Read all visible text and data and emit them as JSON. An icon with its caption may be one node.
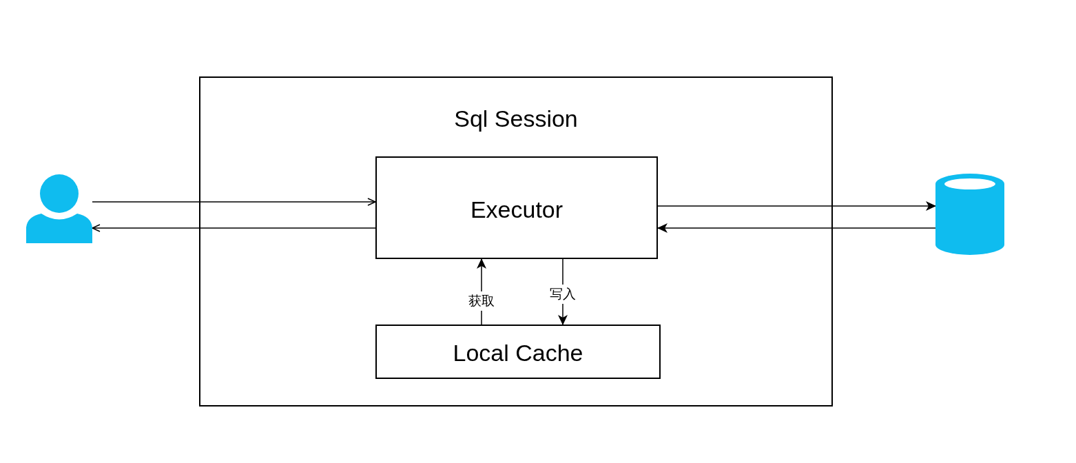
{
  "diagram": {
    "nodes": [
      {
        "text": [
          "Sql Session"
        ]
      },
      {
        "text": [
          "Executor"
        ],
        "in": 0
      },
      {
        "text": [
          "Local Cache"
        ],
        "in": 0
      },
      {
        "text": [],
        "shape": "person"
      },
      {
        "text": [],
        "shape": "cylinder"
      }
    ],
    "edges": [
      {
        "from": 3,
        "to": 1,
        "arrow": "to"
      },
      {
        "from": 1,
        "to": 3,
        "arrow": "to"
      },
      {
        "from": 1,
        "to": 4,
        "arrow": "to"
      },
      {
        "from": 4,
        "to": 1,
        "arrow": "to"
      },
      {
        "from": 2,
        "to": 1,
        "arrow": "to",
        "label": "获取"
      },
      {
        "from": 1,
        "to": 2,
        "arrow": "to",
        "label": "写入"
      }
    ]
  }
}
